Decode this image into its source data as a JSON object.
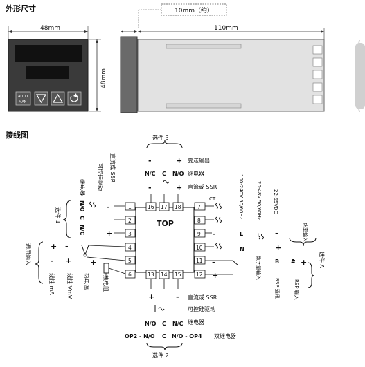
{
  "sections": {
    "dimensions_title": "外形尺寸",
    "wiring_title": "接线图"
  },
  "dimensions": {
    "width": "48mm",
    "height": "48mm",
    "depth": "110mm",
    "bezel": "10mm（约）",
    "btn_auto": "AUTO",
    "btn_man": "MAN"
  },
  "top_group": {
    "option": "选件 3",
    "pins": [
      "N/C",
      "C",
      "N/O"
    ],
    "signs": [
      "-",
      "+"
    ],
    "label_relay_alarm": "变送输出",
    "label_relay": "继电器",
    "label_ssr": "直流或 SSR"
  },
  "center": {
    "label": "TOP"
  },
  "left_pins": [
    "1",
    "2",
    "3",
    "4",
    "5",
    "6"
  ],
  "right_pins": [
    "7",
    "8",
    "9",
    "10",
    "11",
    "12"
  ],
  "top_pins": [
    "16",
    "17",
    "18"
  ],
  "bottom_pins": [
    "13",
    "14",
    "15"
  ],
  "left_group": {
    "option": "选件 1",
    "dc_ssr": "直流或 SSR",
    "thyristor": "可控硅驱动",
    "relay": "继电器",
    "pins": [
      "N/O",
      "C",
      "N/C"
    ],
    "sign_minus": "-",
    "sign_plus": "+",
    "general_input": "通用输入",
    "linear_ma": "线性 mA",
    "linear_vmv": "线性 VmV",
    "thermocouple": "热电偶",
    "rtd": "热电阻"
  },
  "right_group": {
    "ct": "CT",
    "power_ac": "100-240V 50/60Hz",
    "power_ac_low": "20-48V 50/60Hz",
    "power_dc": "22-65VDC",
    "pin_L": "L",
    "pin_N": "N",
    "sign_minus": "-",
    "sign_plus": "+",
    "pin_B": "B",
    "pin_A": "A",
    "digital_input": "数字量输入",
    "rsp_comm": "RSP 通讯",
    "aux_input": "功率输入",
    "rsp_input": "RSP 输入",
    "option": "选件 A"
  },
  "bottom_group": {
    "signs": [
      "+",
      "-"
    ],
    "label_ssr": "直流或 SSR",
    "label_thyristor": "可控硅驱动",
    "label_relay": "继电器",
    "pins": [
      "N/O",
      "C",
      "N/C"
    ],
    "op2": "OP2 - N/O",
    "c_mid": "C",
    "op4": "N/O - OP4",
    "dual_relay": "双继电器",
    "option": "选件 2"
  }
}
